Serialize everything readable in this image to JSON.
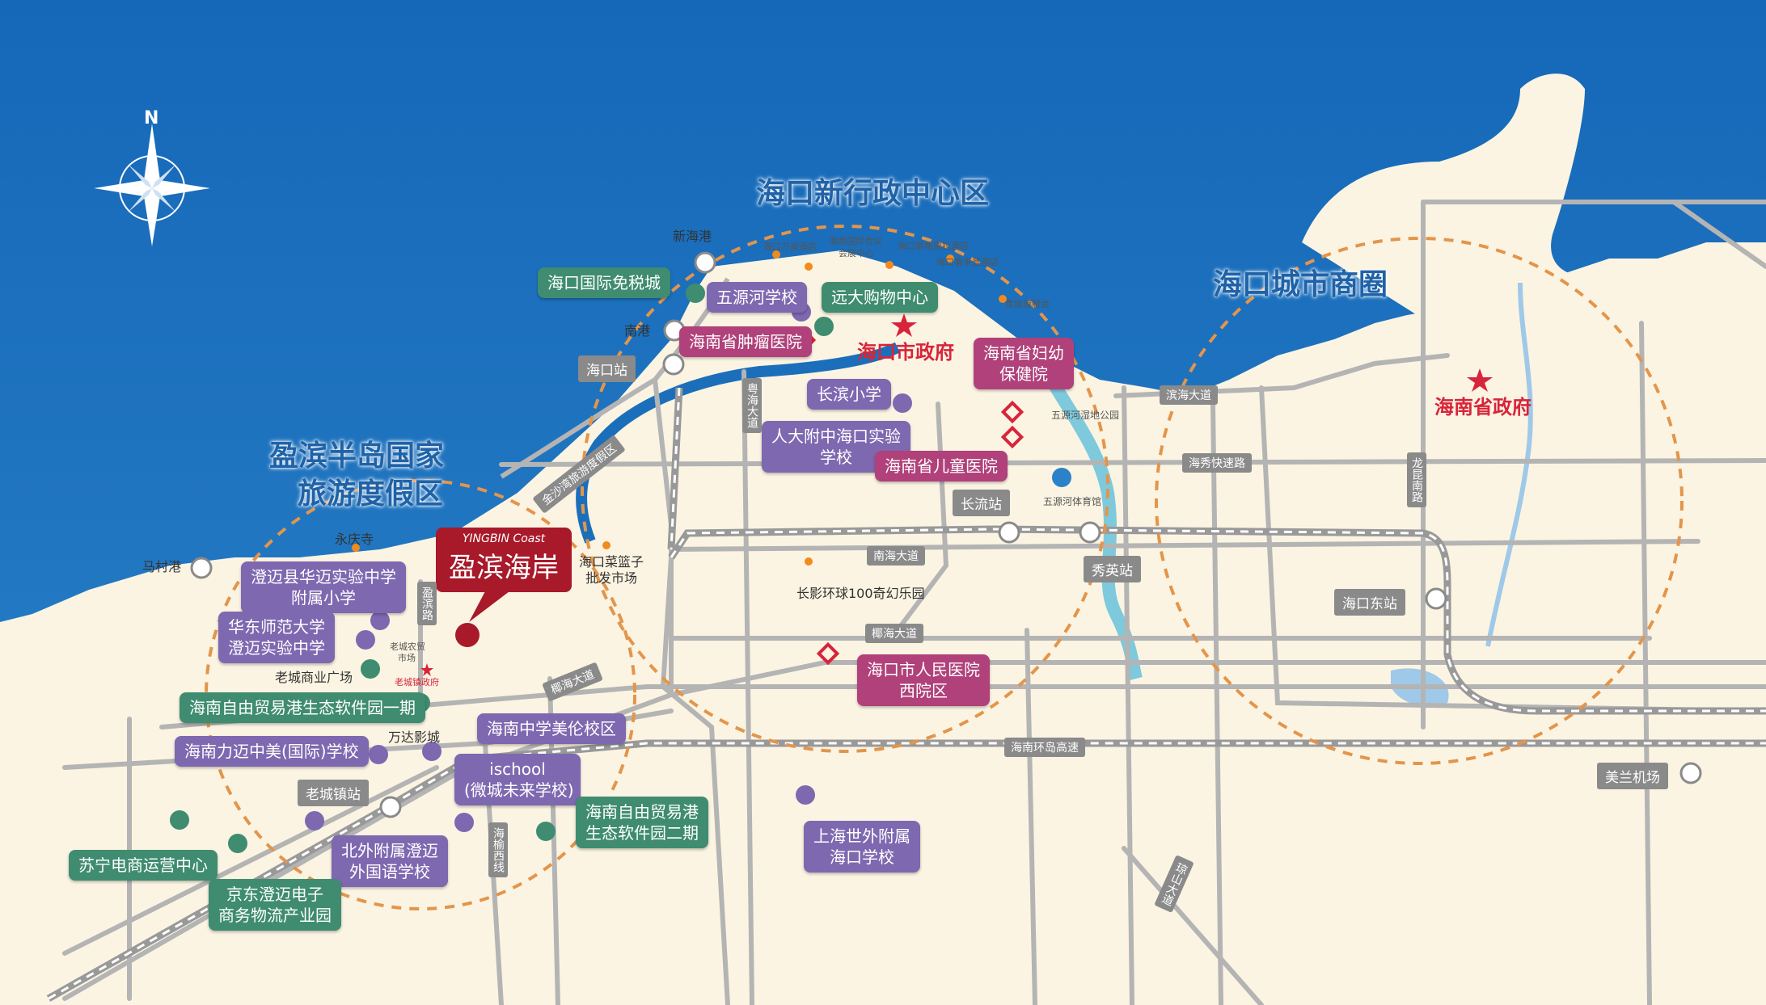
{
  "compass": {
    "north": "N"
  },
  "regions": {
    "admin_center": "海口新行政中心区",
    "city_business": "海口城市商圈",
    "resort_line1": "盈滨半岛国家",
    "resort_line2": "旅游度假区"
  },
  "project": {
    "en": "YINGBIN Coast",
    "cn": "盈滨海岸"
  },
  "gov": {
    "haikou": "海口市政府",
    "hainan": "海南省政府"
  },
  "edu": {
    "huamai_1": "澄迈县华迈实验中学",
    "huamai_2": "附属小学",
    "ecnu_1": "华东师范大学",
    "ecnu_2": "澄迈实验中学",
    "limai": "海南力迈中美(国际)学校",
    "meilun": "海南中学美伦校区",
    "ischool_1": "ischool",
    "ischool_2": "(微城未来学校)",
    "bfsu_1": "北外附属澄迈",
    "bfsu_2": "外国语学校",
    "wuyuan": "五源河学校",
    "changbin": "长滨小学",
    "renda_1": "人大附中海口实验",
    "renda_2": "学校",
    "shwg_1": "上海世外附属",
    "shwg_2": "海口学校"
  },
  "biz": {
    "dutyfree": "海口国际免税城",
    "yuanda": "远大购物中心",
    "software1": "海南自由贸易港生态软件园一期",
    "software2_1": "海南自由贸易港",
    "software2_2": "生态软件园二期",
    "suning": "苏宁电商运营中心",
    "jd_1": "京东澄迈电子",
    "jd_2": "商务物流产业园"
  },
  "med": {
    "tumor": "海南省肿瘤医院",
    "maternal_1": "海南省妇幼",
    "maternal_2": "保健院",
    "children": "海南省儿童医院",
    "peoples_1": "海口市人民医院",
    "peoples_2": "西院区"
  },
  "stations": {
    "haikou": "海口站",
    "changliu": "长流站",
    "xiuying": "秀英站",
    "haikoudong": "海口东站",
    "laocheng": "老城镇站",
    "meilan": "美兰机场"
  },
  "places": {
    "xinhaigang": "新海港",
    "nangang": "南港",
    "macungang": "马村港",
    "yongqingsi": "永庆寺",
    "caikuang_1": "海口菜篮子",
    "caikuang_2": "批发市场",
    "changying": "长影环球100奇幻乐园",
    "laocheng_plaza": "老城商业广场",
    "wanda": "万达影城",
    "wuyuanhe_park": "五源河湿地公园",
    "stadium": "五源河体育馆",
    "laocheng_gov": "老城镇政府",
    "nongmao_1": "老城农贸",
    "nongmao_2": "市场",
    "wanlv": "海口万豪酒店",
    "conf_1": "海南国际会议",
    "conf_2": "会展中心",
    "shangri": "海口香格里拉酒店",
    "xilai": "海口喜来登酒店",
    "guobin": "贵族游艇会"
  },
  "roads": {
    "binhai": "滨海大道",
    "haixiu": "海秀快速路",
    "nanhai": "南海大道",
    "yehai": "椰海大道",
    "ringhw": "海南环岛高速",
    "jinsha": "金沙湾旅游度假区",
    "yueyun": "粤海大道",
    "yingbin": "盈滨路",
    "haiyu": "海榆西线",
    "longkun": "龙昆南路",
    "qiongshan": "琼山大道",
    "binhai_west": "椰海大道"
  },
  "colors": {
    "sea": "#1b6fba",
    "land": "#fbf4e2",
    "edu": "#7e68b0",
    "biz": "#3f8c70",
    "med": "#b0417a",
    "road": "#b4b4b4",
    "circle": "#e3954b"
  }
}
